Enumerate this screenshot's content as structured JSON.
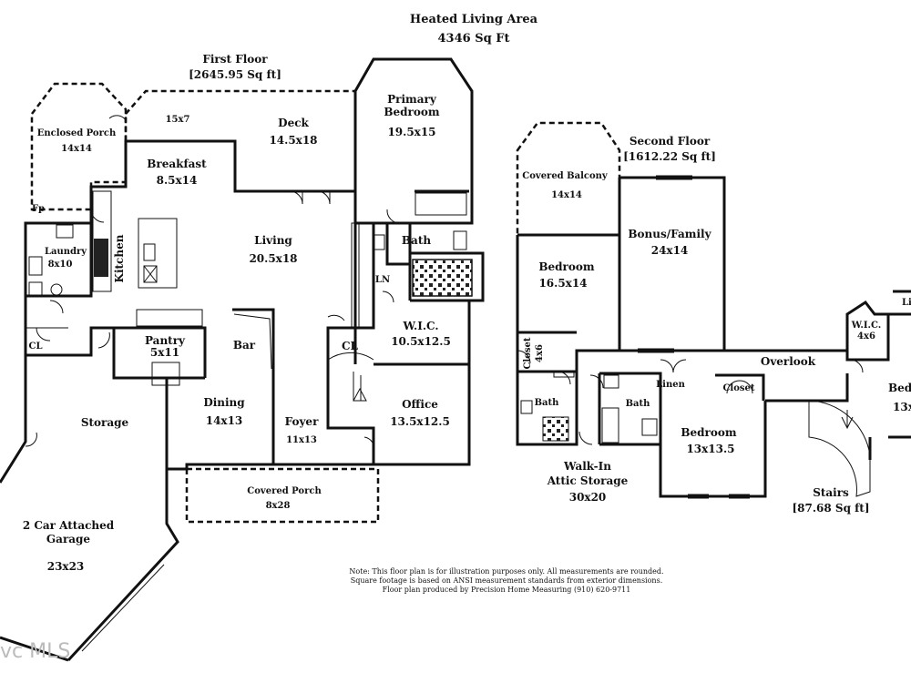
{
  "header": {
    "title": "Heated Living Area",
    "area": "4346 Sq Ft"
  },
  "first_floor": {
    "title": "First Floor",
    "area": "[2645.95 Sq ft]"
  },
  "second_floor": {
    "title": "Second Floor",
    "area": "[1612.22 Sq ft]"
  },
  "stairs_label": {
    "title": "Stairs",
    "area": "[87.68 Sq ft]"
  },
  "rooms": {
    "enclosed_porch": {
      "name": "Enclosed Porch",
      "dim": "14x14"
    },
    "deck_small": {
      "name": "",
      "dim": "15x7"
    },
    "deck": {
      "name": "Deck",
      "dim": "14.5x18"
    },
    "primary_bedroom": {
      "name": "Primary\nBedroom",
      "dim": "19.5x15"
    },
    "breakfast": {
      "name": "Breakfast",
      "dim": "8.5x14"
    },
    "fp": {
      "name": "Fp",
      "dim": ""
    },
    "laundry": {
      "name": "Laundry",
      "dim": "8x10"
    },
    "kitchen": {
      "name": "Kitchen",
      "dim": ""
    },
    "living": {
      "name": "Living",
      "dim": "20.5x18"
    },
    "bath_primary": {
      "name": "Bath",
      "dim": ""
    },
    "ln": {
      "name": "LN",
      "dim": ""
    },
    "wic_primary": {
      "name": "W.I.C.",
      "dim": "10.5x12.5"
    },
    "cl_first": {
      "name": "CL",
      "dim": ""
    },
    "cl_laundry": {
      "name": "CL",
      "dim": ""
    },
    "pantry": {
      "name": "Pantry",
      "dim": "5x11"
    },
    "bar": {
      "name": "Bar",
      "dim": ""
    },
    "storage": {
      "name": "Storage",
      "dim": ""
    },
    "dining": {
      "name": "Dining",
      "dim": "14x13"
    },
    "foyer": {
      "name": "Foyer",
      "dim": "11x13"
    },
    "office": {
      "name": "Office",
      "dim": "13.5x12.5"
    },
    "covered_porch": {
      "name": "Covered Porch",
      "dim": "8x28"
    },
    "garage": {
      "name": "2 Car Attached\nGarage",
      "dim": "23x23"
    },
    "covered_balcony": {
      "name": "Covered Balcony",
      "dim": "14x14"
    },
    "bonus_family": {
      "name": "Bonus/Family",
      "dim": "24x14"
    },
    "bedroom_2": {
      "name": "Bedroom",
      "dim": "16.5x14"
    },
    "closet_4x6": {
      "name": "Closet",
      "dim": "4x6"
    },
    "bath_2": {
      "name": "Bath",
      "dim": ""
    },
    "bath_3": {
      "name": "Bath",
      "dim": ""
    },
    "linen": {
      "name": "Linen",
      "dim": ""
    },
    "closet_3": {
      "name": "Closet",
      "dim": ""
    },
    "bedroom_3": {
      "name": "Bedroom",
      "dim": "13x13.5"
    },
    "overlook": {
      "name": "Overlook",
      "dim": ""
    },
    "wic_second": {
      "name": "W.I.C.",
      "dim": "4x6"
    },
    "bedroom_4_partial": {
      "name": "Bedr",
      "dim": "13x"
    },
    "li_partial": {
      "name": "Li",
      "dim": ""
    },
    "walkin_attic": {
      "name": "Walk-In\nAttic Storage",
      "dim": "30x20"
    }
  },
  "note": {
    "line1": "Note: This floor plan is for illustration purposes only. All measurements are rounded.",
    "line2": "Square footage is based on ANSI measurement standards from exterior dimensions.",
    "line3": "Floor plan produced by Precision Home Measuring (910) 620-9711"
  },
  "watermark": "vc MLS"
}
